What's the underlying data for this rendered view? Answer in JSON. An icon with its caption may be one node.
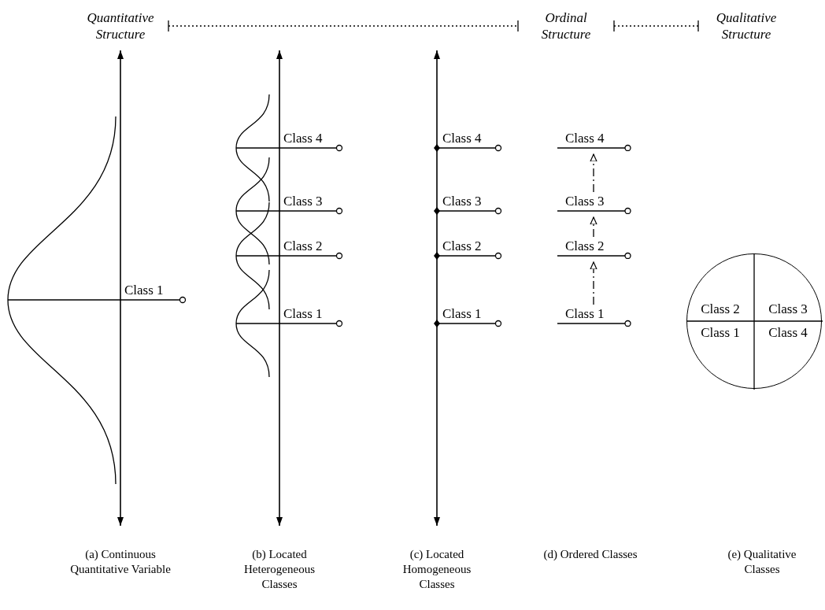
{
  "diagram": {
    "nodes": [
      {
        "text": [
          "Quantitative Structure"
        ]
      },
      {
        "text": [
          "Ordinal Structure"
        ]
      },
      {
        "text": [
          "Qualitative Structure"
        ]
      },
      {
        "text": [
          "Class 4"
        ]
      },
      {
        "text": [
          "Class 3"
        ]
      },
      {
        "text": [
          "Class 2"
        ]
      },
      {
        "text": [
          "Class 1"
        ]
      },
      {
        "text": [
          "Class 2",
          "Class 3",
          "Class 1",
          "Class 4"
        ]
      }
    ],
    "edges": [
      {
        "from": 0,
        "to": 1,
        "arrow": "other",
        "style": "dashed"
      },
      {
        "from": 1,
        "to": 2,
        "arrow": "other",
        "style": "dashed"
      },
      {
        "from": 6,
        "to": 5,
        "arrow": "to",
        "style": "dashed"
      },
      {
        "from": 5,
        "to": 4,
        "arrow": "to",
        "style": "dashed"
      },
      {
        "from": 4,
        "to": 3,
        "arrow": "to",
        "style": "dashed"
      }
    ],
    "labels": [
      "Class 1",
      "Class 4",
      "Class 3",
      "Class 2",
      "Class 1",
      "Class 4",
      "Class 3",
      "Class 2",
      "Class 1",
      "(a) Continuous Quantitative Variable",
      "(b) Located Heterogeneous Classes",
      "(c) Located Homogeneous Classes",
      "(d) Ordered Classes",
      "(e) Qualitative Classes"
    ]
  }
}
